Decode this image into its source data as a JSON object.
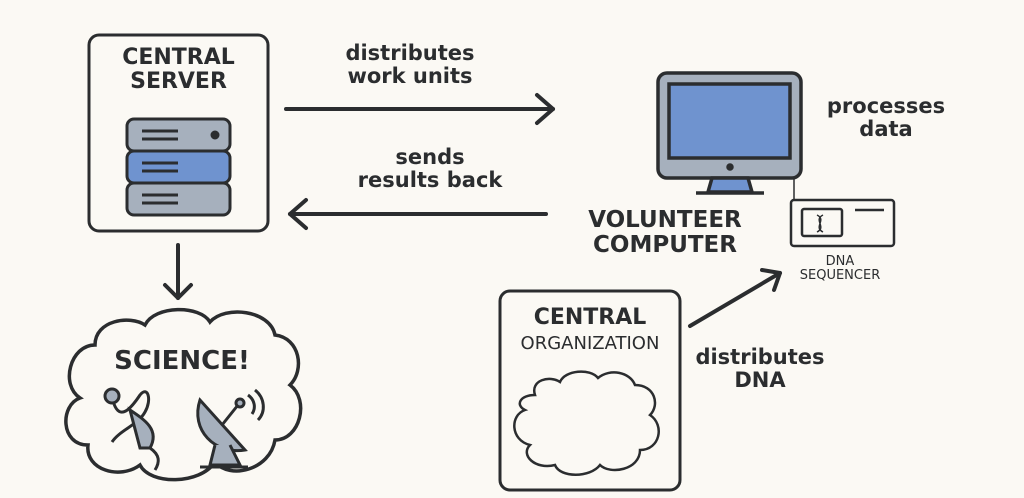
{
  "central_server": {
    "line1": "CENTRAL",
    "line2": "SERVER"
  },
  "arrows": {
    "distribute_work_line1": "distributes",
    "distribute_work_line2": "work units",
    "results_line1": "sends",
    "results_line2": "results back"
  },
  "science": {
    "label": "SCIENCE!"
  },
  "volunteer": {
    "line1": "VOLUNTEER",
    "line2": "COMPUTER",
    "processes_line1": "processes",
    "processes_line2": "data"
  },
  "dna_sequencer": {
    "line1": "DNA",
    "line2": "SEQUENCER"
  },
  "central_org": {
    "line1": "CENTRAL",
    "line2": "ORGANIZATION"
  },
  "distributes_dna": {
    "line1": "distributes",
    "line2": "DNA"
  },
  "colors": {
    "stroke": "#2b2d2f",
    "gray": "#a6b0bd",
    "blue": "#6f93cf",
    "bg": "#fbf9f4"
  }
}
